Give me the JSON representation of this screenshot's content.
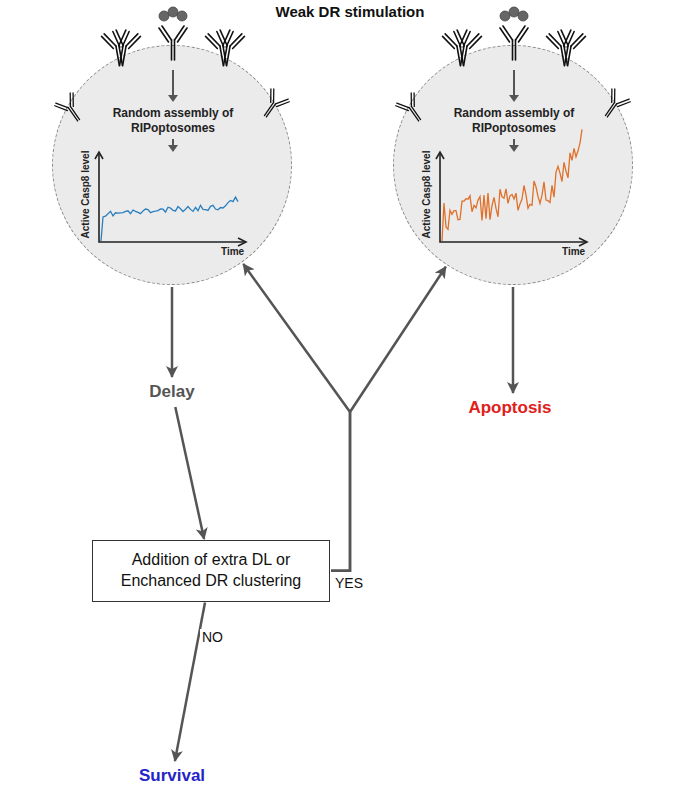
{
  "diagram": {
    "title": "Weak DR stimulation",
    "nodes": [
      {
        "text": [
          "Random assembly of RIPoptosomes",
          "Active Casp8 level",
          "Time"
        ]
      },
      {
        "text": [
          "Random assembly of RIPoptosomes",
          "Active Casp8 level",
          "Time"
        ]
      },
      {
        "text": [
          "Delay"
        ]
      },
      {
        "text": [
          "Apoptosis"
        ]
      },
      {
        "text": [
          "Addition of extra DL or Enchanced DR clustering"
        ]
      },
      {
        "text": [
          "Survival"
        ]
      }
    ],
    "edges": [
      {
        "from": 0,
        "to": 2,
        "arrow": "to"
      },
      {
        "from": 1,
        "to": 3,
        "arrow": "to"
      },
      {
        "from": 2,
        "to": 4,
        "arrow": "to"
      },
      {
        "from": 4,
        "to": 5,
        "label": "NO",
        "arrow": "to"
      },
      {
        "from": 4,
        "to": 0,
        "label": "YES",
        "arrow": "to"
      },
      {
        "from": 4,
        "to": 1,
        "arrow": "to"
      }
    ]
  }
}
